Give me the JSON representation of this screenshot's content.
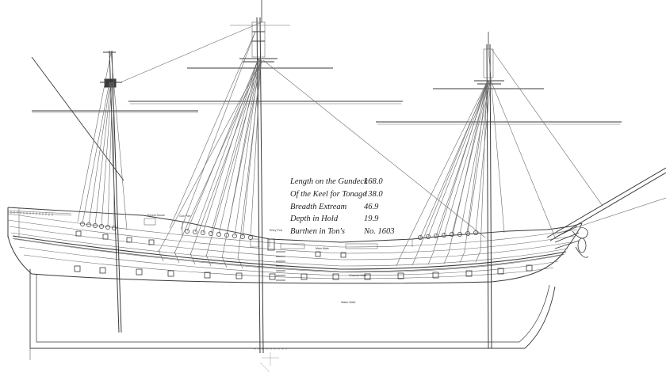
{
  "dimensions": [
    {
      "label": "Length on the Gundeck",
      "value": "168.0"
    },
    {
      "label": "Of the Keel for Tonage",
      "value": "138.0"
    },
    {
      "label": "Breadth Extream",
      "value": "46.9"
    },
    {
      "label": "Depth in Hold",
      "value": "19.9"
    },
    {
      "label": "Burthen in Ton's",
      "value": "No. 1603"
    }
  ],
  "labels": {
    "forecastle": "Round House",
    "quarter": "Gun Port",
    "entry": "Entry Port",
    "wale": "Main Wale",
    "channel": "Channel Wale",
    "waterline": "Water Mark"
  },
  "colors": {
    "ink": "#3a3a3a",
    "paper": "#ffffff"
  }
}
